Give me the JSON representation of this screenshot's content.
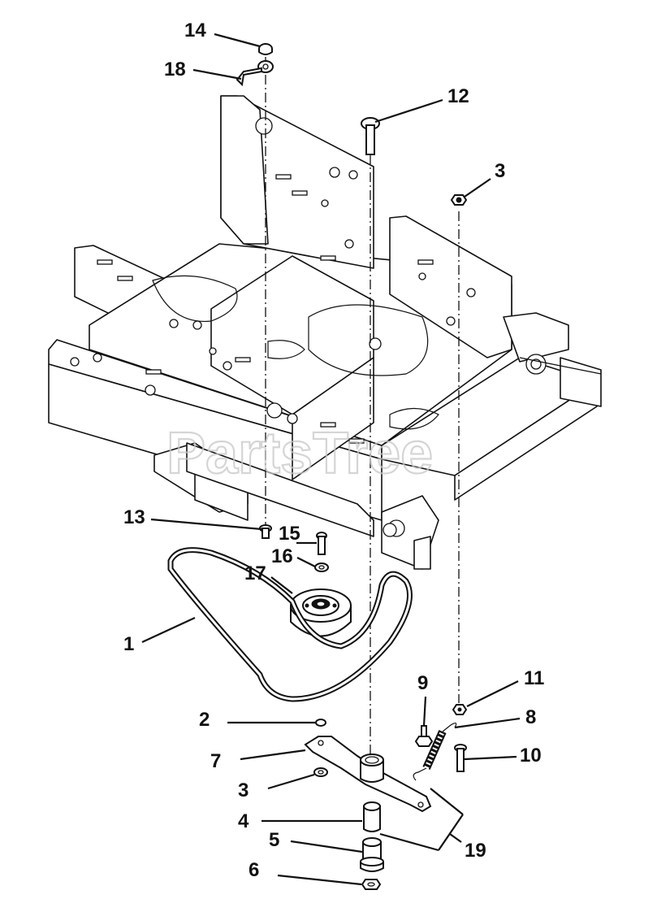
{
  "diagram": {
    "watermark": "PartsTree",
    "callouts": [
      {
        "id": "14",
        "label": "14"
      },
      {
        "id": "18",
        "label": "18"
      },
      {
        "id": "12",
        "label": "12"
      },
      {
        "id": "3-top",
        "label": "3"
      },
      {
        "id": "13",
        "label": "13"
      },
      {
        "id": "15",
        "label": "15"
      },
      {
        "id": "16",
        "label": "16"
      },
      {
        "id": "17",
        "label": "17"
      },
      {
        "id": "1",
        "label": "1"
      },
      {
        "id": "9",
        "label": "9"
      },
      {
        "id": "11",
        "label": "11"
      },
      {
        "id": "8",
        "label": "8"
      },
      {
        "id": "2",
        "label": "2"
      },
      {
        "id": "7",
        "label": "7"
      },
      {
        "id": "10",
        "label": "10"
      },
      {
        "id": "3-bottom",
        "label": "3"
      },
      {
        "id": "4",
        "label": "4"
      },
      {
        "id": "5",
        "label": "5"
      },
      {
        "id": "19",
        "label": "19"
      },
      {
        "id": "6",
        "label": "6"
      }
    ]
  }
}
